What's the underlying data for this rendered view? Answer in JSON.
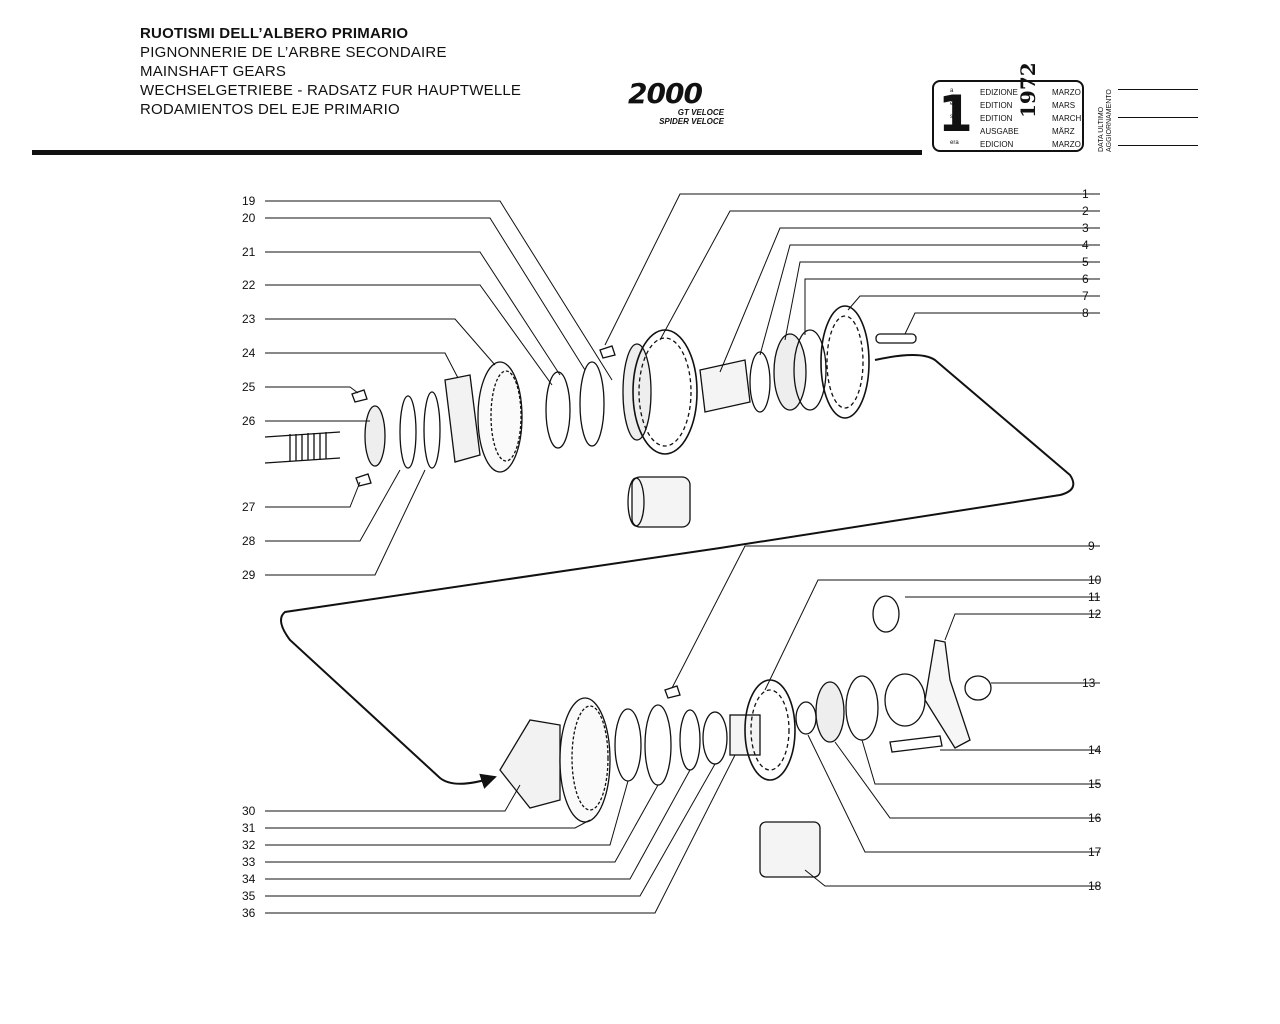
{
  "header": {
    "titles": [
      "RUOTISMI DELL’ALBERO PRIMARIO",
      "PIGNONNERIE DE L’ARBRE SECONDAIRE",
      "MAINSHAFT GEARS",
      "WECHSELGETRIEBE - RADSATZ FUR HAUPTWELLE",
      "RODAMIENTOS DEL EJE PRIMARIO"
    ],
    "model": "2000",
    "variants": [
      "GT VELOCE",
      "SPIDER VELOCE"
    ]
  },
  "edition": {
    "number": "1",
    "suffixes": [
      "a",
      "ère",
      "st",
      ".",
      "era"
    ],
    "words": [
      "EDIZIONE",
      "EDITION",
      "EDITION",
      "AUSGABE",
      "EDICION"
    ],
    "year": "1972",
    "months": [
      "MARZO",
      "MARS",
      "MARCH",
      "MÄRZ",
      "MARZO"
    ],
    "update_label": [
      "DATA ULTIMO",
      "AGGIORNAMENTO"
    ]
  },
  "callouts": {
    "right_top": [
      "1",
      "2",
      "3",
      "4",
      "5",
      "6",
      "7",
      "8"
    ],
    "left_top": [
      "19",
      "20",
      "21",
      "22",
      "23",
      "24",
      "25",
      "26",
      "27",
      "28",
      "29"
    ],
    "right_bottom": [
      "9",
      "10",
      "11",
      "12",
      "13",
      "14",
      "15",
      "16",
      "17",
      "18"
    ],
    "left_bottom": [
      "30",
      "31",
      "32",
      "33",
      "34",
      "35",
      "36"
    ]
  }
}
